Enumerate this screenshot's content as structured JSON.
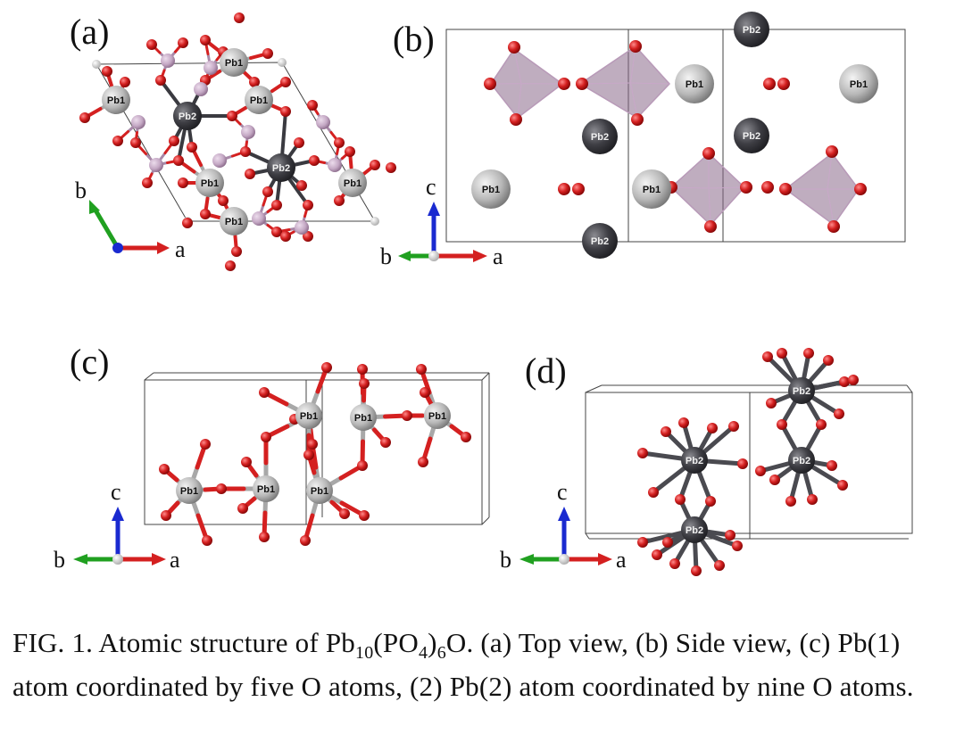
{
  "panels": [
    {
      "id": "a",
      "label": "(a)"
    },
    {
      "id": "b",
      "label": "(b)"
    },
    {
      "id": "c",
      "label": "(c)"
    },
    {
      "id": "d",
      "label": "(d)"
    }
  ],
  "atoms": {
    "pb1": "Pb1",
    "pb2": "Pb2"
  },
  "axes": {
    "a": "a",
    "b": "b",
    "c": "c"
  },
  "colors": {
    "oxygen": "#d42020",
    "pb1": "#b8b8b8",
    "pb2": "#3e3e44",
    "phosphorus": "#c4a8c4",
    "polyhedron": "#8a6a8a",
    "axis_a": "#d42020",
    "axis_b": "#20a020",
    "axis_c": "#1a2ad0"
  },
  "caption": {
    "part1": "FIG. 1. Atomic structure of Pb",
    "sub1": "10",
    "part2": "(PO",
    "sub2": "4",
    "part3": ")",
    "sub3": "6",
    "part4": "O. (a) Top view, (b) Side view, (c) Pb(1) atom coordinated by five O atoms, (2) Pb(2) atom coordinated by nine O atoms."
  }
}
